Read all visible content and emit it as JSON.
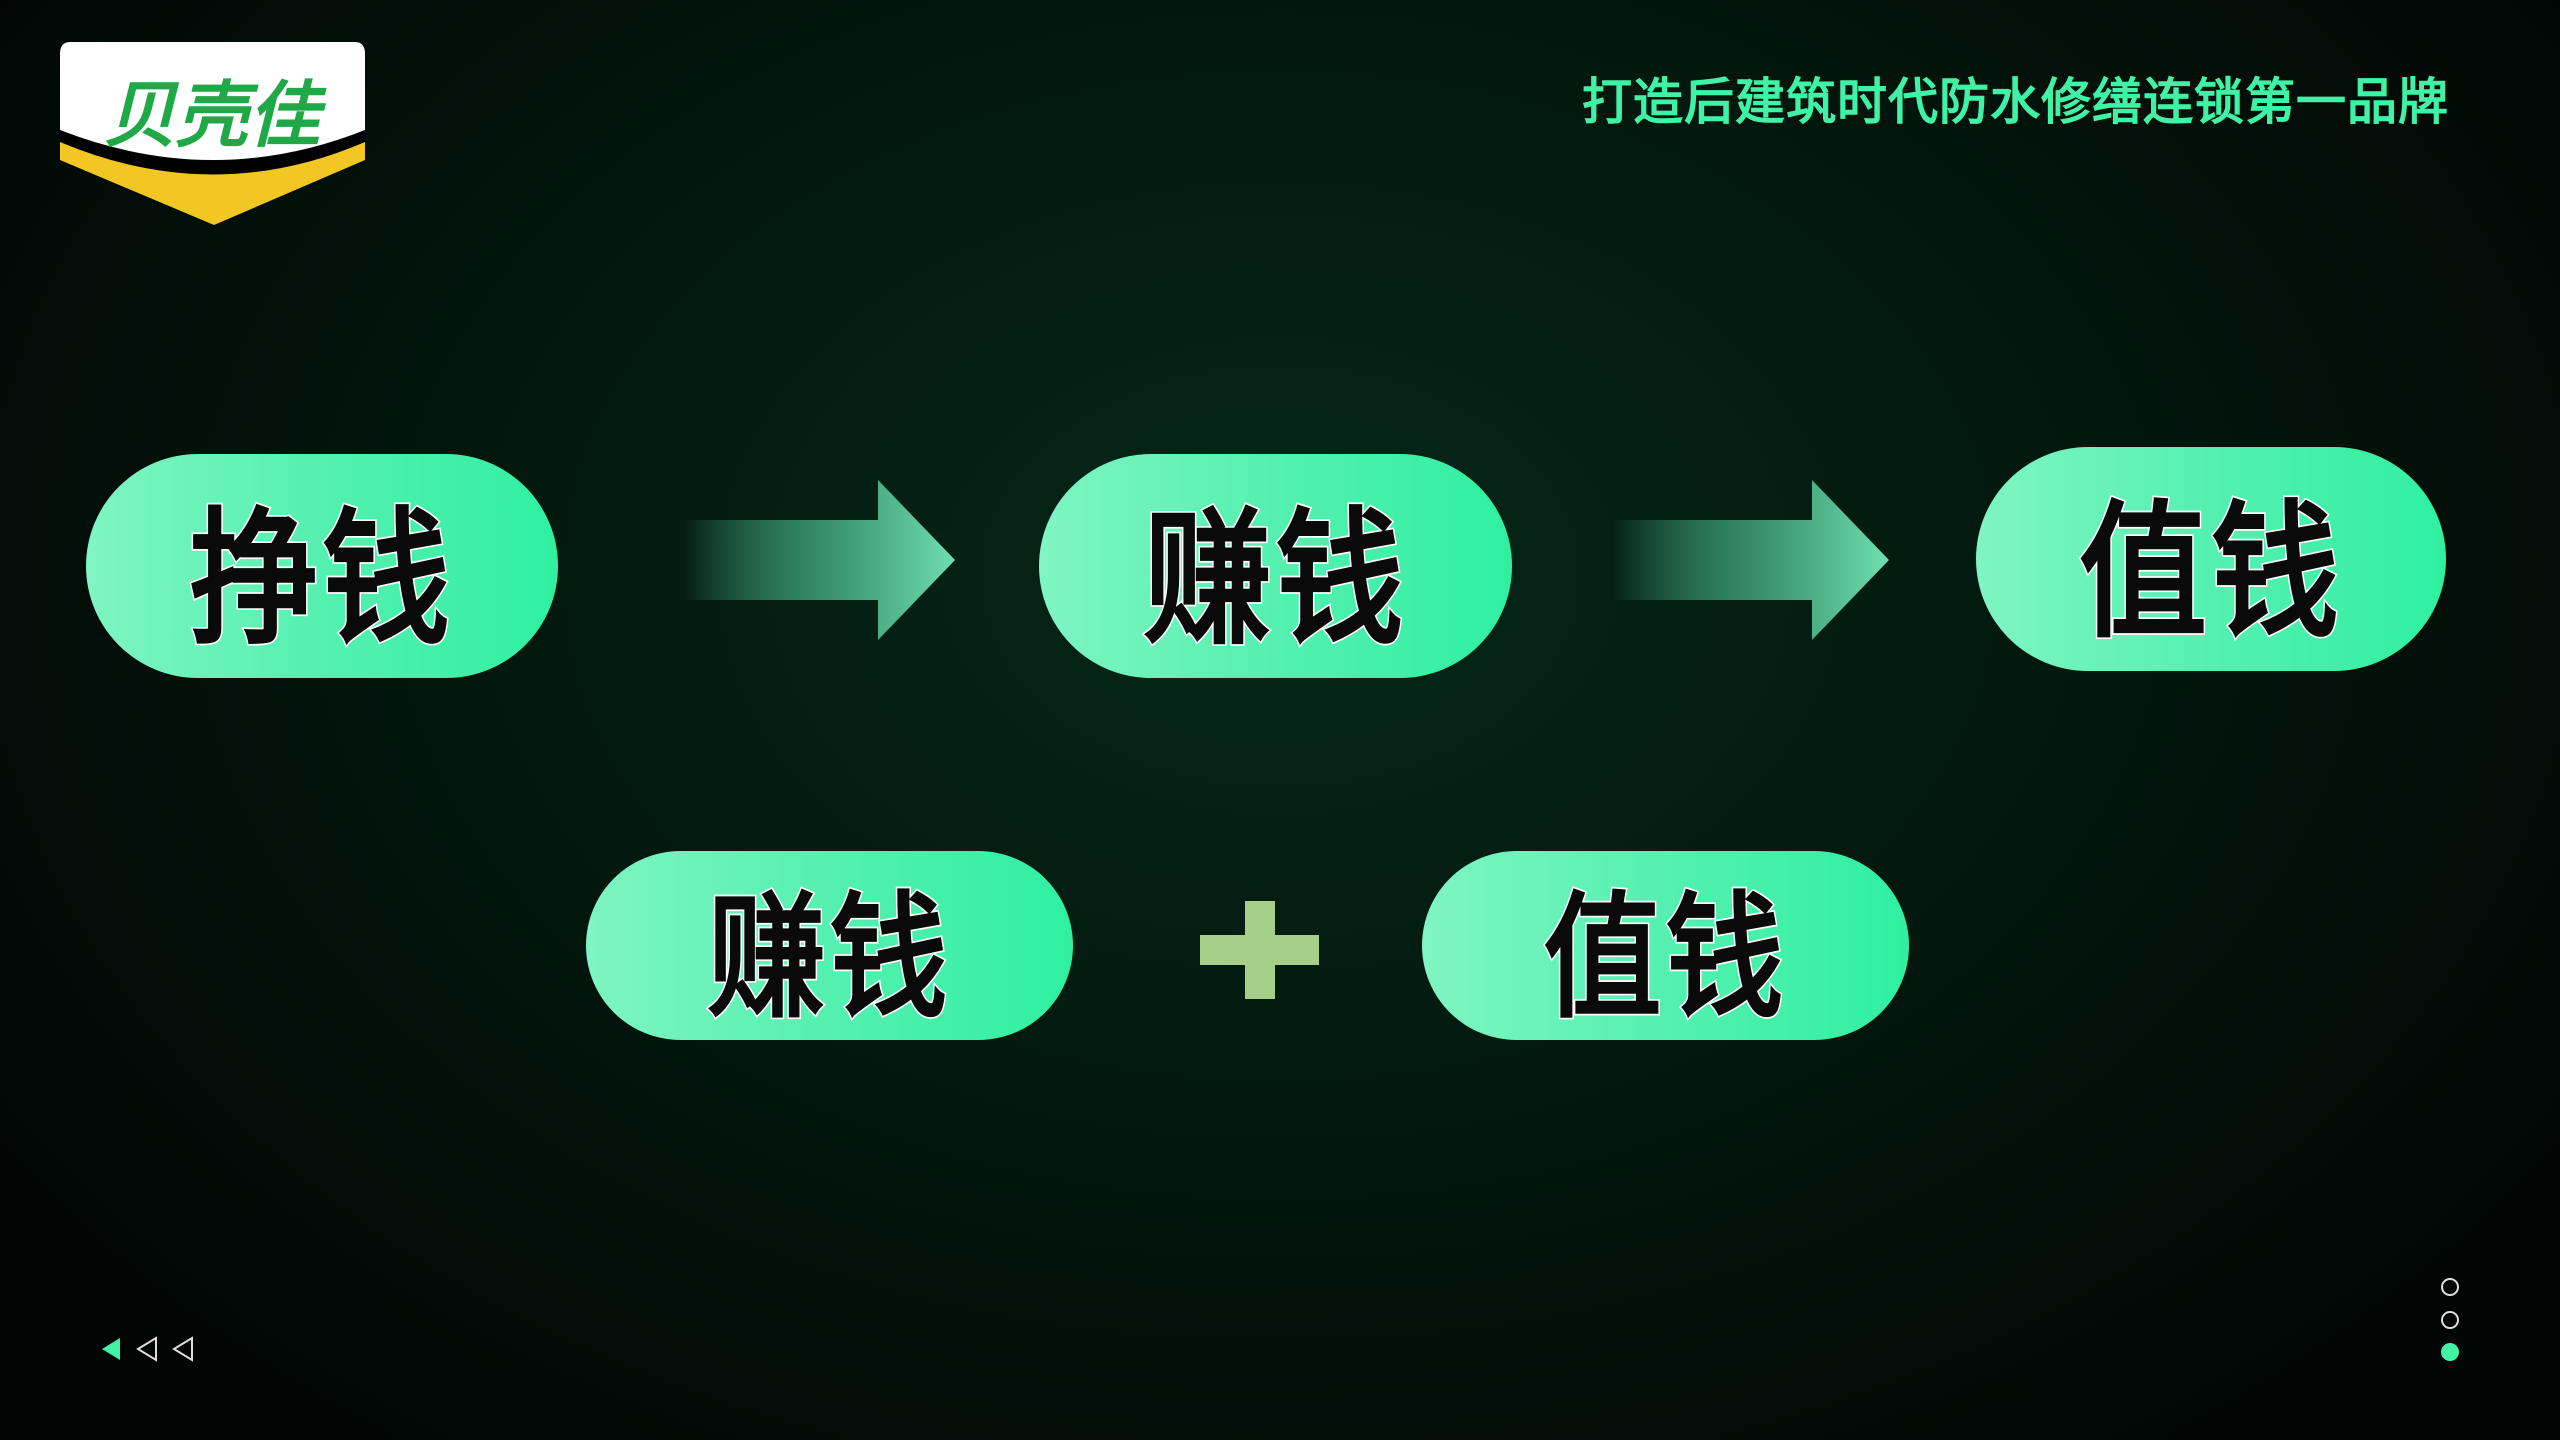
{
  "logo": {
    "text": "贝壳佳",
    "colors": {
      "green": "#1fa845",
      "yellow": "#f2c623",
      "white": "#ffffff"
    }
  },
  "header": {
    "slogan": "打造后建筑时代防水修缮连锁第一品牌"
  },
  "flow": {
    "steps": [
      "挣钱",
      "赚钱",
      "值钱"
    ]
  },
  "formula": {
    "left": "赚钱",
    "operator": "plus-icon",
    "right": "值钱"
  },
  "nav": {
    "arrows": [
      "prev-active",
      "prev",
      "prev"
    ],
    "pages": 3,
    "current_page": 3
  },
  "colors": {
    "accent": "#3ff2a6",
    "plus": "#a6d08a"
  }
}
